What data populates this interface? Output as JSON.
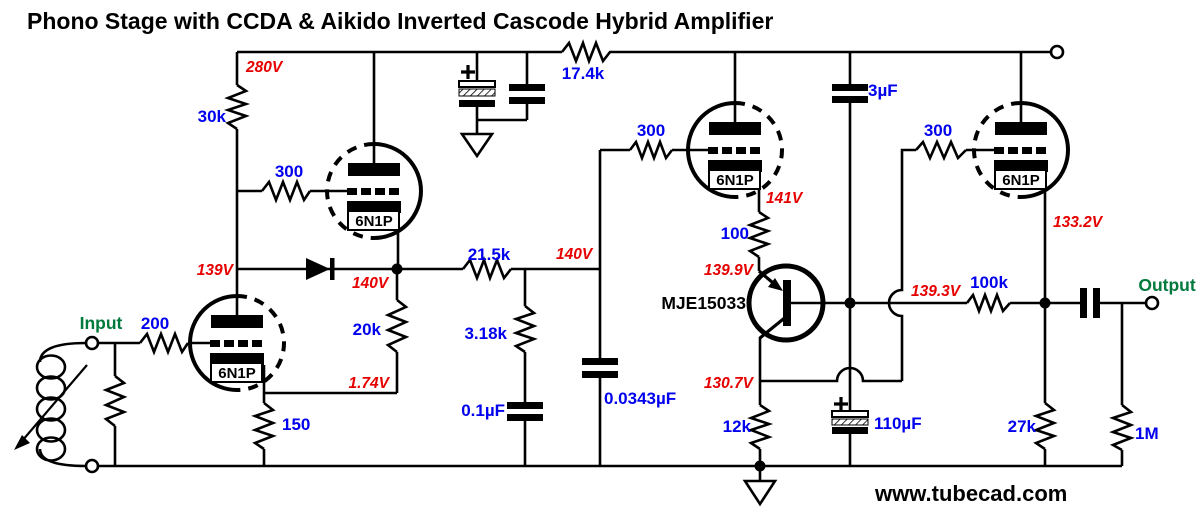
{
  "title": "Phono Stage with CCDA & Aikido Inverted Cascode Hybrid Amplifier",
  "branding": {
    "website": "www.tubecad.com"
  },
  "terminals": {
    "input_label": "Input",
    "output_label": "Output"
  },
  "tubes": {
    "t1": "6N1P",
    "t2": "6N1P",
    "t3": "6N1P",
    "t4": "6N1P"
  },
  "transistor": {
    "part_number": "MJE15033"
  },
  "resistors": {
    "r_30k": "30k",
    "r_17k4": "17.4k",
    "r_300_t2": "300",
    "r_300_t3": "300",
    "r_300_t4": "300",
    "r_200": "200",
    "r_150": "150",
    "r_20k": "20k",
    "r_21k5": "21.5k",
    "r_3k18": "3.18k",
    "r_100": "100",
    "r_12k": "12k",
    "r_100k": "100k",
    "r_27k": "27k",
    "r_1m": "1M"
  },
  "capacitors": {
    "c_3uf": "3µF",
    "c_110uf": "110µF",
    "c_0_1uf": "0.1µF",
    "c_0_0343uf": "0.0343µF"
  },
  "voltages": {
    "v_280": "280V",
    "v_139": "139V",
    "v_140_node": "140V",
    "v_140_right": "140V",
    "v_1_74": "1.74V",
    "v_141": "141V",
    "v_139_9": "139.9V",
    "v_130_7": "130.7V",
    "v_139_3": "139.3V",
    "v_133_2": "133.2V"
  },
  "colors": {
    "component_value": "#0000EE",
    "voltage_annotation": "#E60000",
    "io_label": "#00793C",
    "ink": "#000000",
    "background": "#FFFFFF"
  }
}
